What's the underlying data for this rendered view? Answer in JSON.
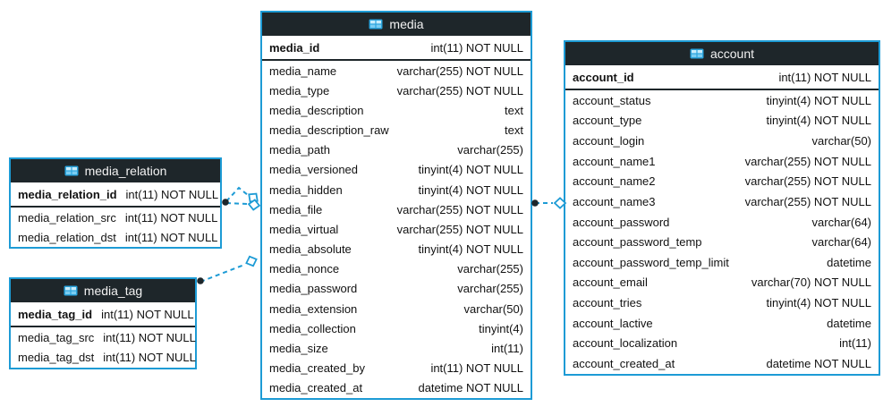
{
  "diagram": {
    "type": "entity-relationship",
    "colors": {
      "accent_blue": "#1d9bd5",
      "header_bg": "#1e262a",
      "row_text": "#121212",
      "table_bg": "#ffffff",
      "header_text": "#f2f2f2"
    },
    "icons": {
      "table_header_icon": "table-grid-icon"
    }
  },
  "tables": {
    "media_relation": {
      "title": "media_relation",
      "primary_key": {
        "name": "media_relation_id",
        "type": "int(11) NOT NULL"
      },
      "columns": [
        {
          "name": "media_relation_src",
          "type": "int(11) NOT NULL"
        },
        {
          "name": "media_relation_dst",
          "type": "int(11) NOT NULL"
        }
      ]
    },
    "media_tag": {
      "title": "media_tag",
      "primary_key": {
        "name": "media_tag_id",
        "type": "int(11) NOT NULL"
      },
      "columns": [
        {
          "name": "media_tag_src",
          "type": "int(11) NOT NULL"
        },
        {
          "name": "media_tag_dst",
          "type": "int(11) NOT NULL"
        }
      ]
    },
    "media": {
      "title": "media",
      "primary_key": {
        "name": "media_id",
        "type": "int(11) NOT NULL"
      },
      "columns": [
        {
          "name": "media_name",
          "type": "varchar(255) NOT NULL"
        },
        {
          "name": "media_type",
          "type": "varchar(255) NOT NULL"
        },
        {
          "name": "media_description",
          "type": "text"
        },
        {
          "name": "media_description_raw",
          "type": "text"
        },
        {
          "name": "media_path",
          "type": "varchar(255)"
        },
        {
          "name": "media_versioned",
          "type": "tinyint(4) NOT NULL"
        },
        {
          "name": "media_hidden",
          "type": "tinyint(4) NOT NULL"
        },
        {
          "name": "media_file",
          "type": "varchar(255) NOT NULL"
        },
        {
          "name": "media_virtual",
          "type": "varchar(255) NOT NULL"
        },
        {
          "name": "media_absolute",
          "type": "tinyint(4) NOT NULL"
        },
        {
          "name": "media_nonce",
          "type": "varchar(255)"
        },
        {
          "name": "media_password",
          "type": "varchar(255)"
        },
        {
          "name": "media_extension",
          "type": "varchar(50)"
        },
        {
          "name": "media_collection",
          "type": "tinyint(4)"
        },
        {
          "name": "media_size",
          "type": "int(11)"
        },
        {
          "name": "media_created_by",
          "type": "int(11) NOT NULL"
        },
        {
          "name": "media_created_at",
          "type": "datetime NOT NULL"
        }
      ]
    },
    "account": {
      "title": "account",
      "primary_key": {
        "name": "account_id",
        "type": "int(11) NOT NULL"
      },
      "columns": [
        {
          "name": "account_status",
          "type": "tinyint(4) NOT NULL"
        },
        {
          "name": "account_type",
          "type": "tinyint(4) NOT NULL"
        },
        {
          "name": "account_login",
          "type": "varchar(50)"
        },
        {
          "name": "account_name1",
          "type": "varchar(255) NOT NULL"
        },
        {
          "name": "account_name2",
          "type": "varchar(255) NOT NULL"
        },
        {
          "name": "account_name3",
          "type": "varchar(255) NOT NULL"
        },
        {
          "name": "account_password",
          "type": "varchar(64)"
        },
        {
          "name": "account_password_temp",
          "type": "varchar(64)"
        },
        {
          "name": "account_password_temp_limit",
          "type": "datetime"
        },
        {
          "name": "account_email",
          "type": "varchar(70) NOT NULL"
        },
        {
          "name": "account_tries",
          "type": "tinyint(4) NOT NULL"
        },
        {
          "name": "account_lactive",
          "type": "datetime"
        },
        {
          "name": "account_localization",
          "type": "int(11)"
        },
        {
          "name": "account_created_at",
          "type": "datetime NOT NULL"
        }
      ]
    }
  },
  "relationships": [
    {
      "from_table": "media_relation",
      "to_table": "media",
      "line_style": "dashed",
      "from_marker": "dot",
      "to_marker": "open-diamond"
    },
    {
      "from_table": "media_relation",
      "to_table": "media",
      "line_style": "dashed",
      "from_marker": "dot",
      "to_marker": "open-diamond"
    },
    {
      "from_table": "media_tag",
      "to_table": "media",
      "line_style": "dashed",
      "from_marker": "dot",
      "to_marker": "open-diamond"
    },
    {
      "from_table": "media",
      "to_table": "account",
      "line_style": "dashed",
      "from_marker": "dot",
      "to_marker": "open-diamond"
    }
  ]
}
